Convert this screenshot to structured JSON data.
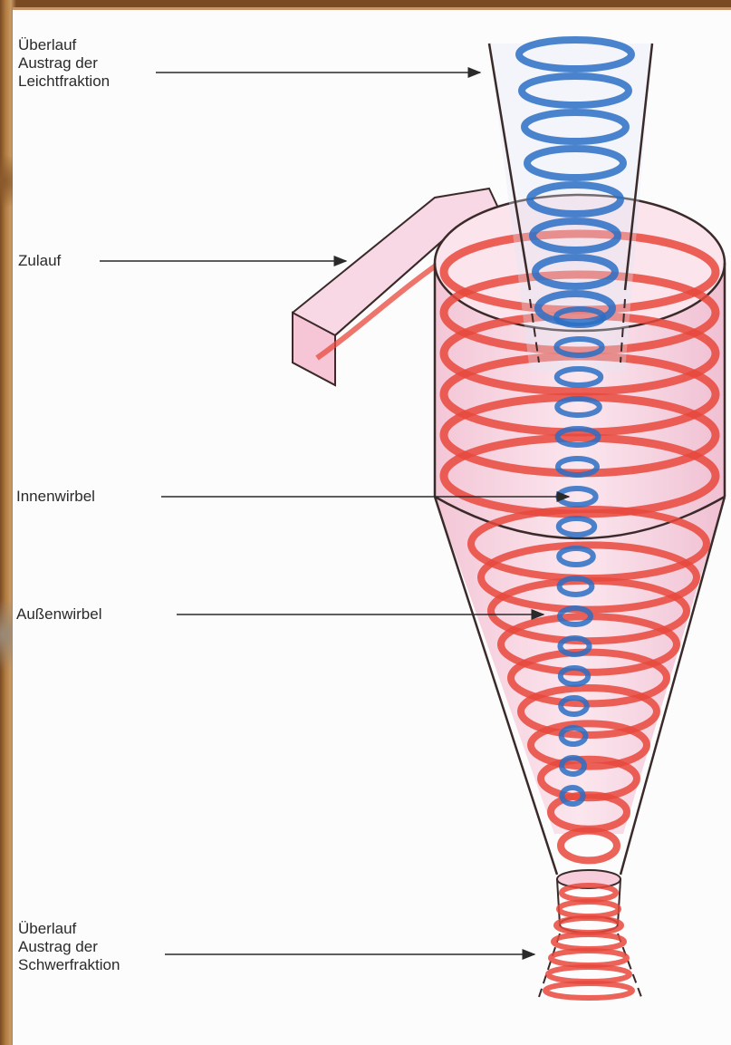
{
  "labels": {
    "overflow_light": "Überlauf\nAustrag der\nLeichtfraktion",
    "inlet": "Zulauf",
    "inner_vortex": "Innenwirbel",
    "outer_vortex": "Außenwirbel",
    "overflow_heavy": "Überlauf\nAustrag der\nSchwerfraktion"
  },
  "colors": {
    "outer_vortex": "#e8483c",
    "inner_vortex": "#2a6fc4",
    "body_fill": "#f6d3e0",
    "outline": "#3a2a2a"
  }
}
